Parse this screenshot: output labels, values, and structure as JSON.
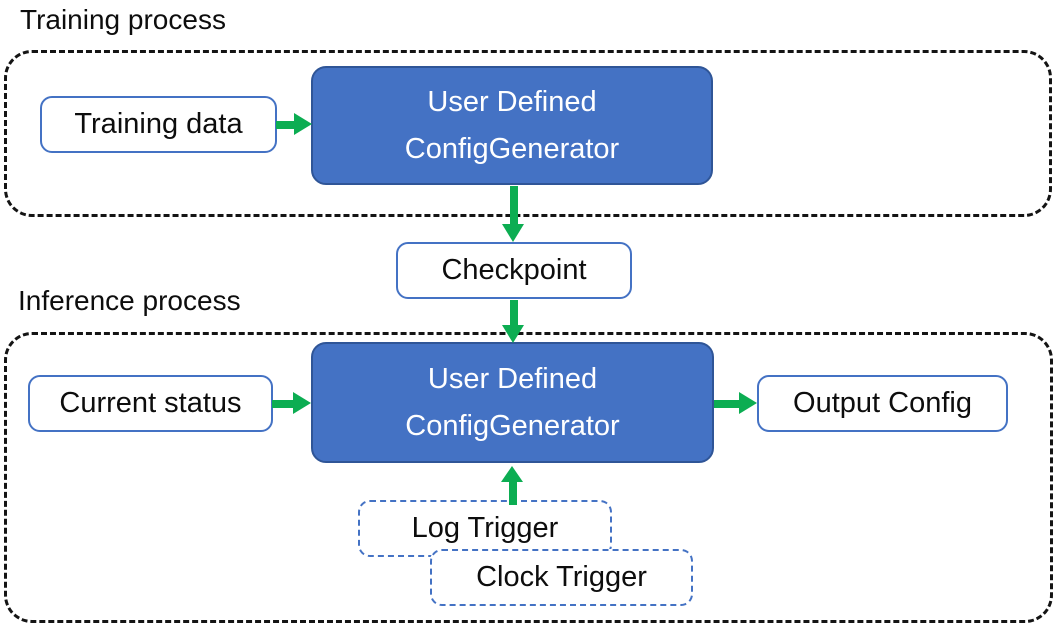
{
  "colors": {
    "generator_fill": "#4472C4",
    "generator_border": "#2F5597",
    "box_border": "#4472C4",
    "arrow": "#0CAD52",
    "container_border": "#141414",
    "text": "#0D0D0D",
    "generator_text": "#FFFFFF"
  },
  "training": {
    "title": "Training process",
    "input_label": "Training data",
    "generator_line1": "User Defined",
    "generator_line2": "ConfigGenerator"
  },
  "checkpoint_label": "Checkpoint",
  "inference": {
    "title": "Inference process",
    "input_label": "Current status",
    "generator_line1": "User Defined",
    "generator_line2": "ConfigGenerator",
    "output_label": "Output Config",
    "log_trigger_label": "Log Trigger",
    "clock_trigger_label": "Clock Trigger"
  }
}
